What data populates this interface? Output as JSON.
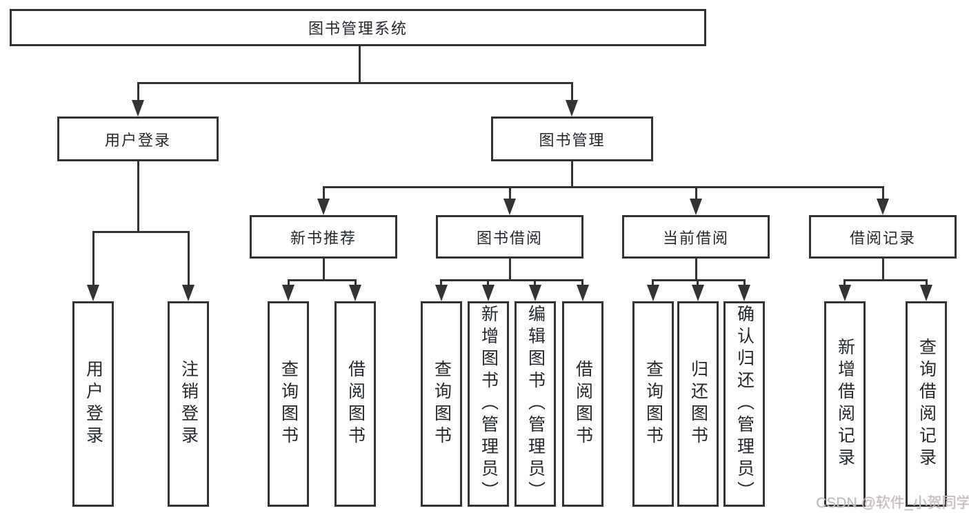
{
  "tree": {
    "root": "图书管理系统",
    "level2": [
      "用户登录",
      "图书管理"
    ],
    "level3": [
      "新书推荐",
      "图书借阅",
      "当前借阅",
      "借阅记录"
    ],
    "leaf_groups": {
      "login": [
        "用户登录",
        "注销登录"
      ],
      "new_book": [
        "查询图书",
        "借阅图书"
      ],
      "borrow": [
        "查询图书",
        "新增图书（管理员）",
        "编辑图书（管理员）",
        "借阅图书"
      ],
      "current": [
        "查询图书",
        "归还图书",
        "确认归还（管理员）"
      ],
      "records": [
        "新增借阅记录",
        "查询借阅记录"
      ]
    }
  },
  "colors": {
    "line": "#333333",
    "text": "#24292e",
    "background": "#ffffff",
    "watermark_text": "#bbbdc1"
  },
  "watermark": "CSDN @软件_小贺同学"
}
